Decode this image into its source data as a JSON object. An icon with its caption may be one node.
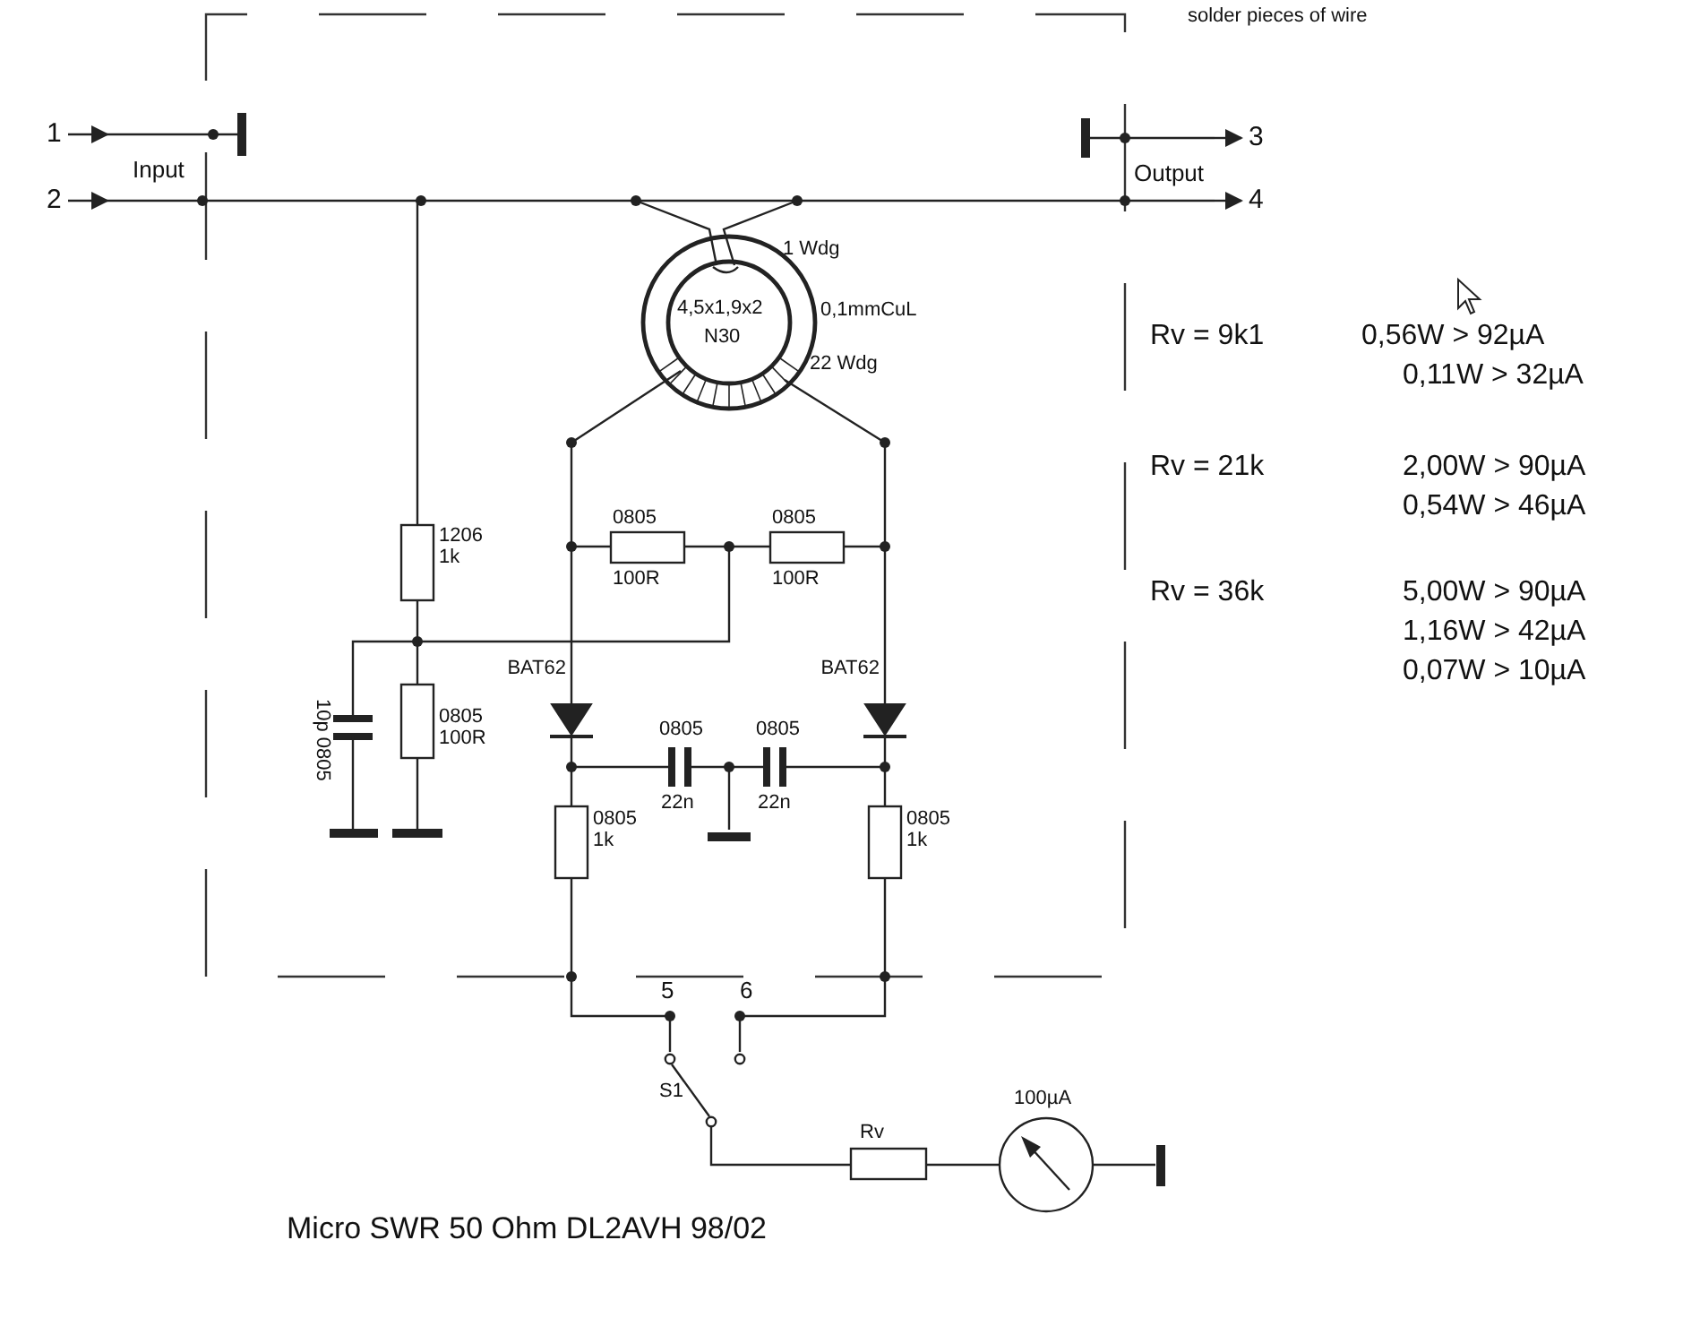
{
  "diagram": {
    "caption": "Micro SWR 50 Ohm DL2AVH 98/02",
    "nodes": [
      {
        "text": [
          "1"
        ]
      },
      {
        "text": [
          "2"
        ]
      },
      {
        "text": [
          "3"
        ]
      },
      {
        "text": [
          "4"
        ]
      }
    ],
    "edges": [
      {
        "from": 0,
        "to": null,
        "arrow": "to"
      },
      {
        "from": 1,
        "to": null,
        "arrow": "to"
      },
      {
        "from": null,
        "to": 2,
        "arrow": "to"
      },
      {
        "from": null,
        "to": 3,
        "arrow": "to"
      }
    ],
    "labels": [
      "solder pieces of wire",
      "Input",
      "Output",
      "1 Wdg",
      "4,5x1,9x2",
      "N30",
      "0,1mmCuL",
      "22 Wdg",
      "Rv = 9k1",
      "0,56W > 92µA",
      "0,11W > 32µA",
      "0805",
      "100R",
      "0805",
      "100R",
      "1206",
      "1k",
      "Rv = 21k",
      "2,00W > 90µA",
      "0,54W > 46µA",
      "Rv = 36k",
      "5,00W > 90µA",
      "1,16W > 42µA",
      "0,07W > 10µA",
      "BAT62",
      "BAT62",
      "0805",
      "100R",
      "10p 0805",
      "0805",
      "22n",
      "0805",
      "22n",
      "0805",
      "1k",
      "0805",
      "1k",
      "5",
      "6",
      "S1",
      "Rv",
      "100µA"
    ]
  }
}
